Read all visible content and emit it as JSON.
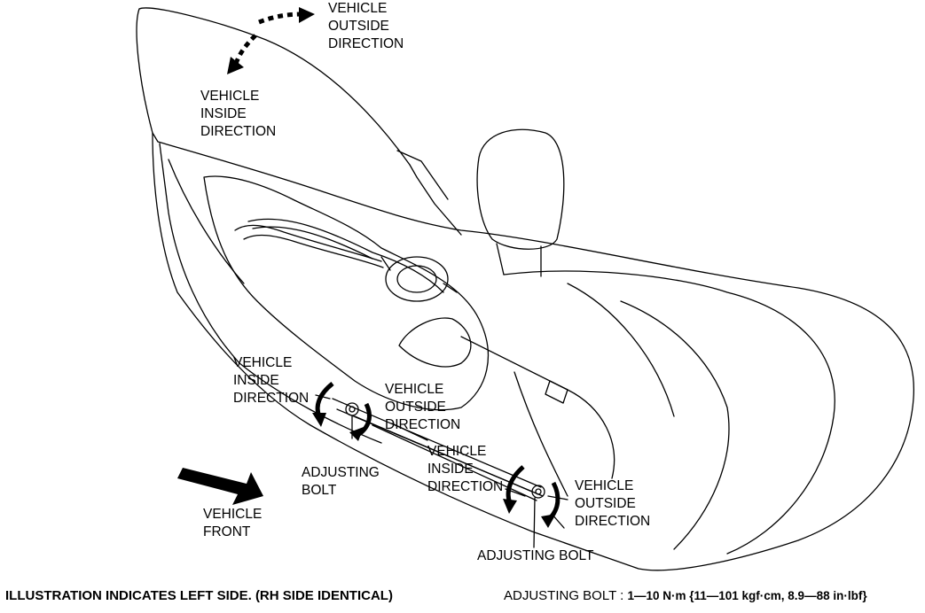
{
  "labels": {
    "top_outside": [
      "VEHICLE",
      "OUTSIDE",
      "DIRECTION"
    ],
    "top_inside": [
      "VEHICLE",
      "INSIDE",
      "DIRECTION"
    ],
    "left_inside": [
      "VEHICLE",
      "INSIDE",
      "DIRECTION"
    ],
    "left_outside": [
      "VEHICLE",
      "OUTSIDE",
      "DIRECTION"
    ],
    "left_bolt": [
      "ADJUSTING",
      "BOLT"
    ],
    "right_inside": [
      "VEHICLE",
      "INSIDE",
      "DIRECTION"
    ],
    "right_outside": [
      "VEHICLE",
      "OUTSIDE",
      "DIRECTION"
    ],
    "right_bolt": "ADJUSTING BOLT",
    "vehicle_front": [
      "VEHICLE",
      "FRONT"
    ]
  },
  "footer": {
    "note": "ILLUSTRATION INDICATES LEFT SIDE. (RH SIDE IDENTICAL)",
    "torque_label": "ADJUSTING BOLT : ",
    "torque_value": "1—10 N·m {11—101 kgf·cm, 8.9—88 in·lbf}"
  },
  "colors": {
    "line": "#000000",
    "background": "#ffffff"
  },
  "icons": [
    "curved-dotted-arrow-icon",
    "rotation-arrow-icon",
    "front-arrow-icon",
    "bolt-icon"
  ]
}
